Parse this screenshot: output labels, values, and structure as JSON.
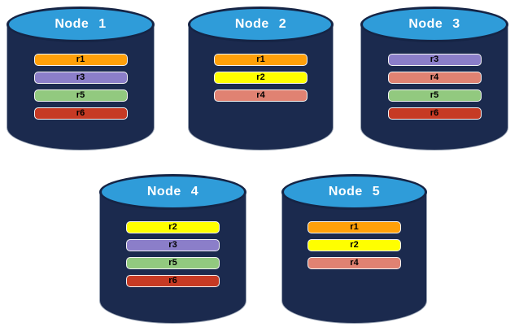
{
  "diagram": {
    "type": "database-replica-distribution",
    "background": "#FFFFFF",
    "colors": {
      "cylinder_body": "#1B2A4E",
      "cylinder_top": "#2F9CD9",
      "cylinder_top_border": "#152445",
      "cylinder_outline": "#9AA4B4",
      "bar_border": "#F4F4F4",
      "bar_text": "#000000",
      "node_label_text": "#FFFFFF"
    },
    "nodes": [
      {
        "label": "Node 1",
        "replicas": [
          {
            "label": "r1",
            "color": "#FFA00A"
          },
          {
            "label": "r3",
            "color": "#8B7EC9"
          },
          {
            "label": "r5",
            "color": "#92C97F"
          },
          {
            "label": "r6",
            "color": "#C63A24"
          }
        ]
      },
      {
        "label": "Node 2",
        "replicas": [
          {
            "label": "r1",
            "color": "#FFA00A"
          },
          {
            "label": "r2",
            "color": "#FFFF00"
          },
          {
            "label": "r4",
            "color": "#E08272"
          }
        ]
      },
      {
        "label": "Node 3",
        "replicas": [
          {
            "label": "r3",
            "color": "#8B7EC9"
          },
          {
            "label": "r4",
            "color": "#E08272"
          },
          {
            "label": "r5",
            "color": "#92C97F"
          },
          {
            "label": "r6",
            "color": "#C63A24"
          }
        ]
      },
      {
        "label": "Node 4",
        "replicas": [
          {
            "label": "r2",
            "color": "#FFFF00"
          },
          {
            "label": "r3",
            "color": "#8B7EC9"
          },
          {
            "label": "r5",
            "color": "#92C97F"
          },
          {
            "label": "r6",
            "color": "#C63A24"
          }
        ]
      },
      {
        "label": "Node 5",
        "replicas": [
          {
            "label": "r1",
            "color": "#FFA00A"
          },
          {
            "label": "r2",
            "color": "#FFFF00"
          },
          {
            "label": "r4",
            "color": "#E08272"
          }
        ]
      }
    ]
  }
}
